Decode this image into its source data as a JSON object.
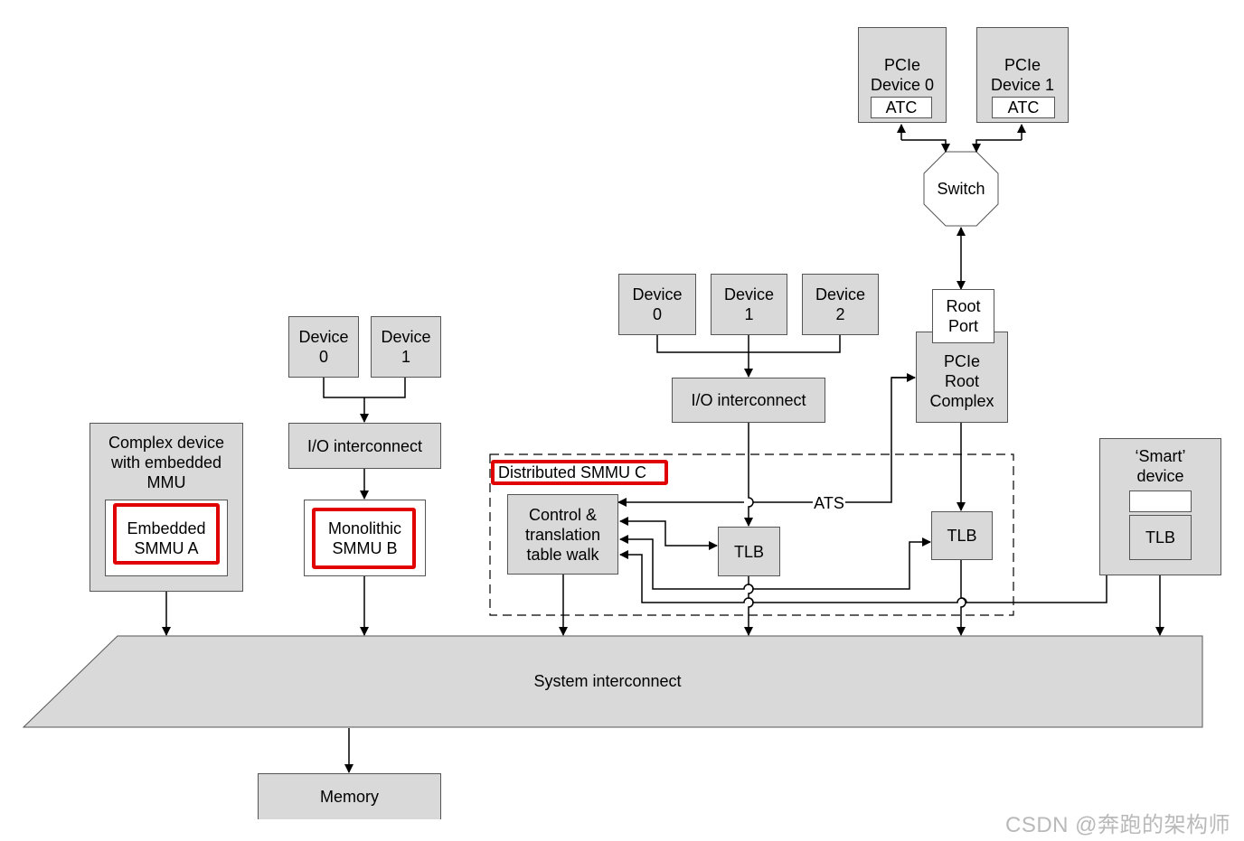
{
  "pcie0": {
    "line1": "PCIe",
    "line2": "Device 0",
    "atc": "ATC"
  },
  "pcie1": {
    "line1": "PCIe",
    "line2": "Device 1",
    "atc": "ATC"
  },
  "switch_label": "Switch",
  "root_port": {
    "line1": "Root",
    "line2": "Port"
  },
  "root_complex": {
    "line1": "PCIe",
    "line2": "Root",
    "line3": "Complex"
  },
  "io_devices_c": [
    {
      "line1": "Device",
      "line2": "0"
    },
    {
      "line1": "Device",
      "line2": "1"
    },
    {
      "line1": "Device",
      "line2": "2"
    }
  ],
  "io_devices_b": [
    {
      "line1": "Device",
      "line2": "0"
    },
    {
      "line1": "Device",
      "line2": "1"
    }
  ],
  "io_interconnect_b": "I/O interconnect",
  "io_interconnect_c": "I/O interconnect",
  "complex_device": {
    "line1": "Complex device",
    "line2": "with embedded",
    "line3": "MMU"
  },
  "smmu_a": {
    "line1": "Embedded",
    "line2": "SMMU A"
  },
  "smmu_b": {
    "line1": "Monolithic",
    "line2": "SMMU B"
  },
  "smmu_c_label": "Distributed SMMU C",
  "control_ttw": {
    "line1": "Control &",
    "line2": "translation",
    "line3": "table walk"
  },
  "tlb_labels": [
    "TLB",
    "TLB",
    "TLB"
  ],
  "ats_label": "ATS",
  "smart_device": {
    "line1": "‘Smart’",
    "line2": "device"
  },
  "system_interconnect": "System interconnect",
  "memory": "Memory",
  "watermark": "CSDN @奔跑的架构师",
  "colors": {
    "box_fill": "#d9d9d9",
    "highlight": "#e00000",
    "line": "#000000"
  }
}
